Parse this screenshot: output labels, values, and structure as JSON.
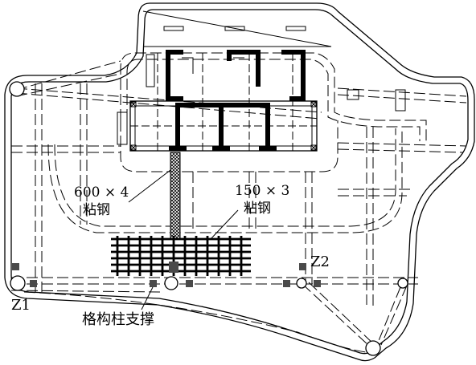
{
  "annotations": {
    "label_600": "600 × 4",
    "label_600_sub": "粘钢",
    "label_150": "150 × 3",
    "label_150_sub": "粘钢",
    "label_lattice": "格构柱支撑",
    "label_z1": "Z1",
    "label_z2": "Z2"
  },
  "colors": {
    "line": "#000000",
    "background": "#ffffff",
    "fill_dark": "#4a4a4a"
  }
}
